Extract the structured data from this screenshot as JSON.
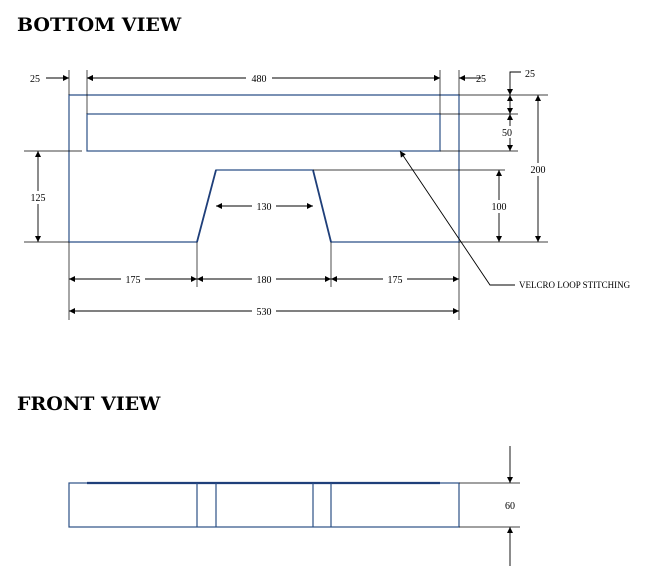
{
  "views": {
    "bottom_title": "BOTTOM VIEW",
    "front_title": "FRONT VIEW"
  },
  "dimensions": {
    "top_left_margin": "25",
    "top_span": "480",
    "top_right_margin": "25",
    "strip_top_offset": "25",
    "strip_height": "50",
    "overall_height": "200",
    "left_height": "125",
    "notch_width": "130",
    "notch_depth": "100",
    "bottom_left": "175",
    "bottom_mid": "180",
    "bottom_right": "175",
    "overall_width": "530",
    "front_thickness": "60"
  },
  "annotations": {
    "stitching": "VELCRO LOOP STITCHING"
  },
  "colors": {
    "outline": "#2b4f86",
    "dimension": "#000000"
  }
}
